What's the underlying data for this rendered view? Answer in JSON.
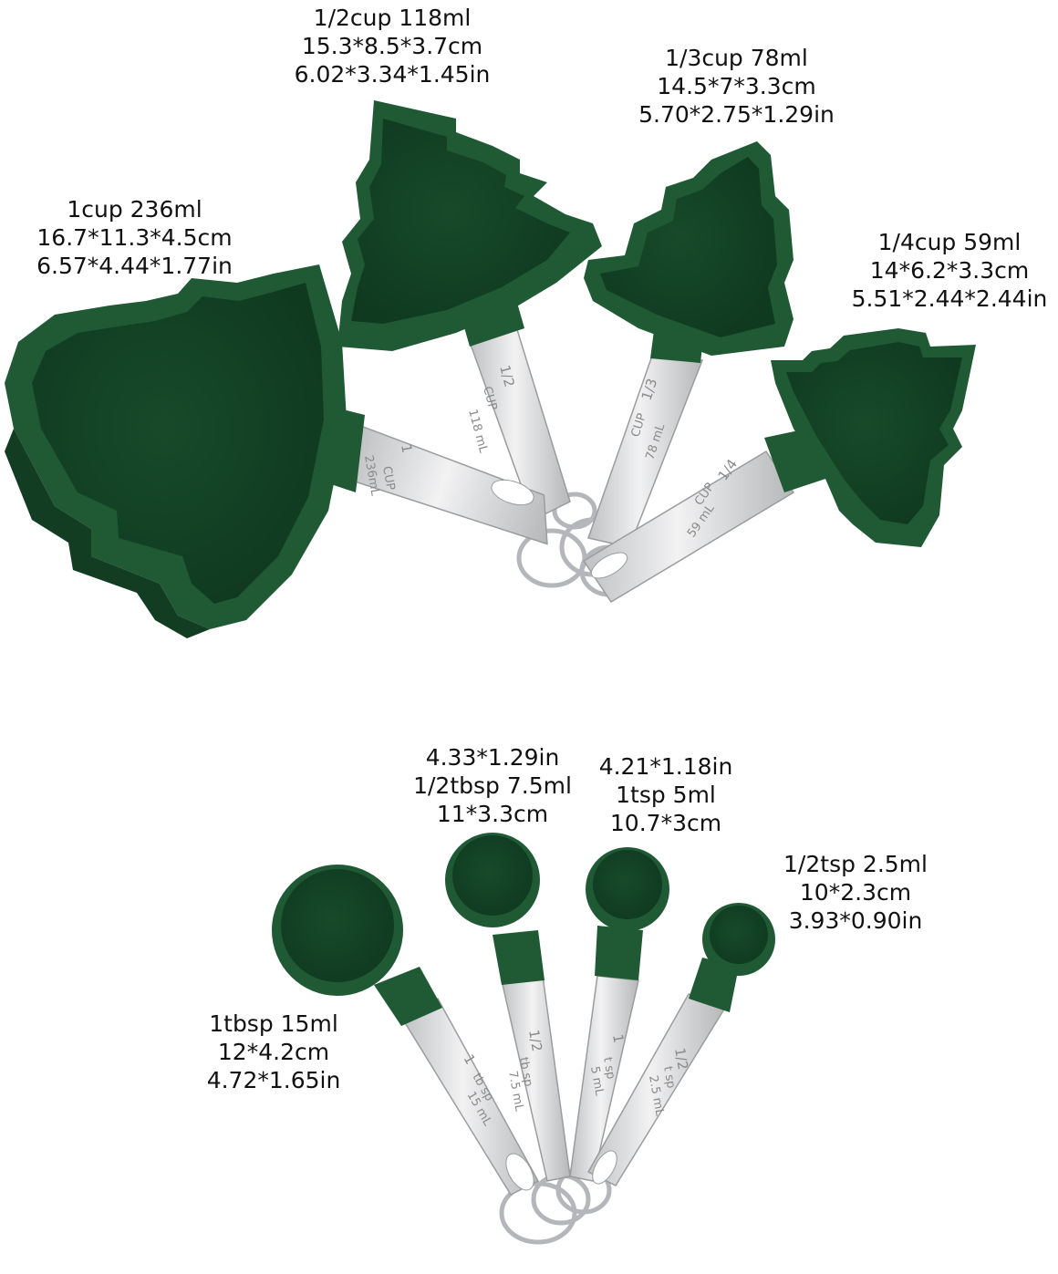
{
  "cups": [
    {
      "name": "1cup",
      "lines": [
        "1cup 236ml",
        "16.7*11.3*4.5cm",
        "6.57*4.44*1.77in"
      ],
      "engraving": [
        "1",
        "CUP",
        "236mL"
      ]
    },
    {
      "name": "1/2cup",
      "lines": [
        "1/2cup 118ml",
        "15.3*8.5*3.7cm",
        "6.02*3.34*1.45in"
      ],
      "engraving": [
        "1/2",
        "CUP",
        "118 mL"
      ]
    },
    {
      "name": "1/3cup",
      "lines": [
        "1/3cup 78ml",
        "14.5*7*3.3cm",
        "5.70*2.75*1.29in"
      ],
      "engraving": [
        "1/3",
        "CUP",
        "78 mL"
      ]
    },
    {
      "name": "1/4cup",
      "lines": [
        "1/4cup 59ml",
        "14*6.2*3.3cm",
        "5.51*2.44*2.44in"
      ],
      "engraving": [
        "1/4",
        "CUP",
        "59 mL"
      ]
    }
  ],
  "spoons": [
    {
      "name": "1tbsp",
      "lines": [
        "1tbsp 15ml",
        "12*4.2cm",
        "4.72*1.65in"
      ],
      "engraving": [
        "1",
        "tb sp",
        "15 mL"
      ]
    },
    {
      "name": "1/2tbsp",
      "lines": [
        "4.33*1.29in",
        "1/2tbsp 7.5ml",
        "11*3.3cm"
      ],
      "engraving": [
        "1/2",
        "tb sp",
        "7.5 mL"
      ]
    },
    {
      "name": "1tsp",
      "lines": [
        "4.21*1.18in",
        "1tsp 5ml",
        "10.7*3cm"
      ],
      "engraving": [
        "1",
        "t sp",
        "5 mL"
      ]
    },
    {
      "name": "1/2tsp",
      "lines": [
        "1/2tsp 2.5ml",
        "10*2.3cm",
        "3.93*0.90in"
      ],
      "engraving": [
        "1/2",
        "t sp",
        "2.5 mL"
      ]
    }
  ],
  "colors": {
    "green": "#1f5a34",
    "green_dark": "#123d22",
    "steel": "#d9dadb",
    "ring": "#b8babd"
  }
}
